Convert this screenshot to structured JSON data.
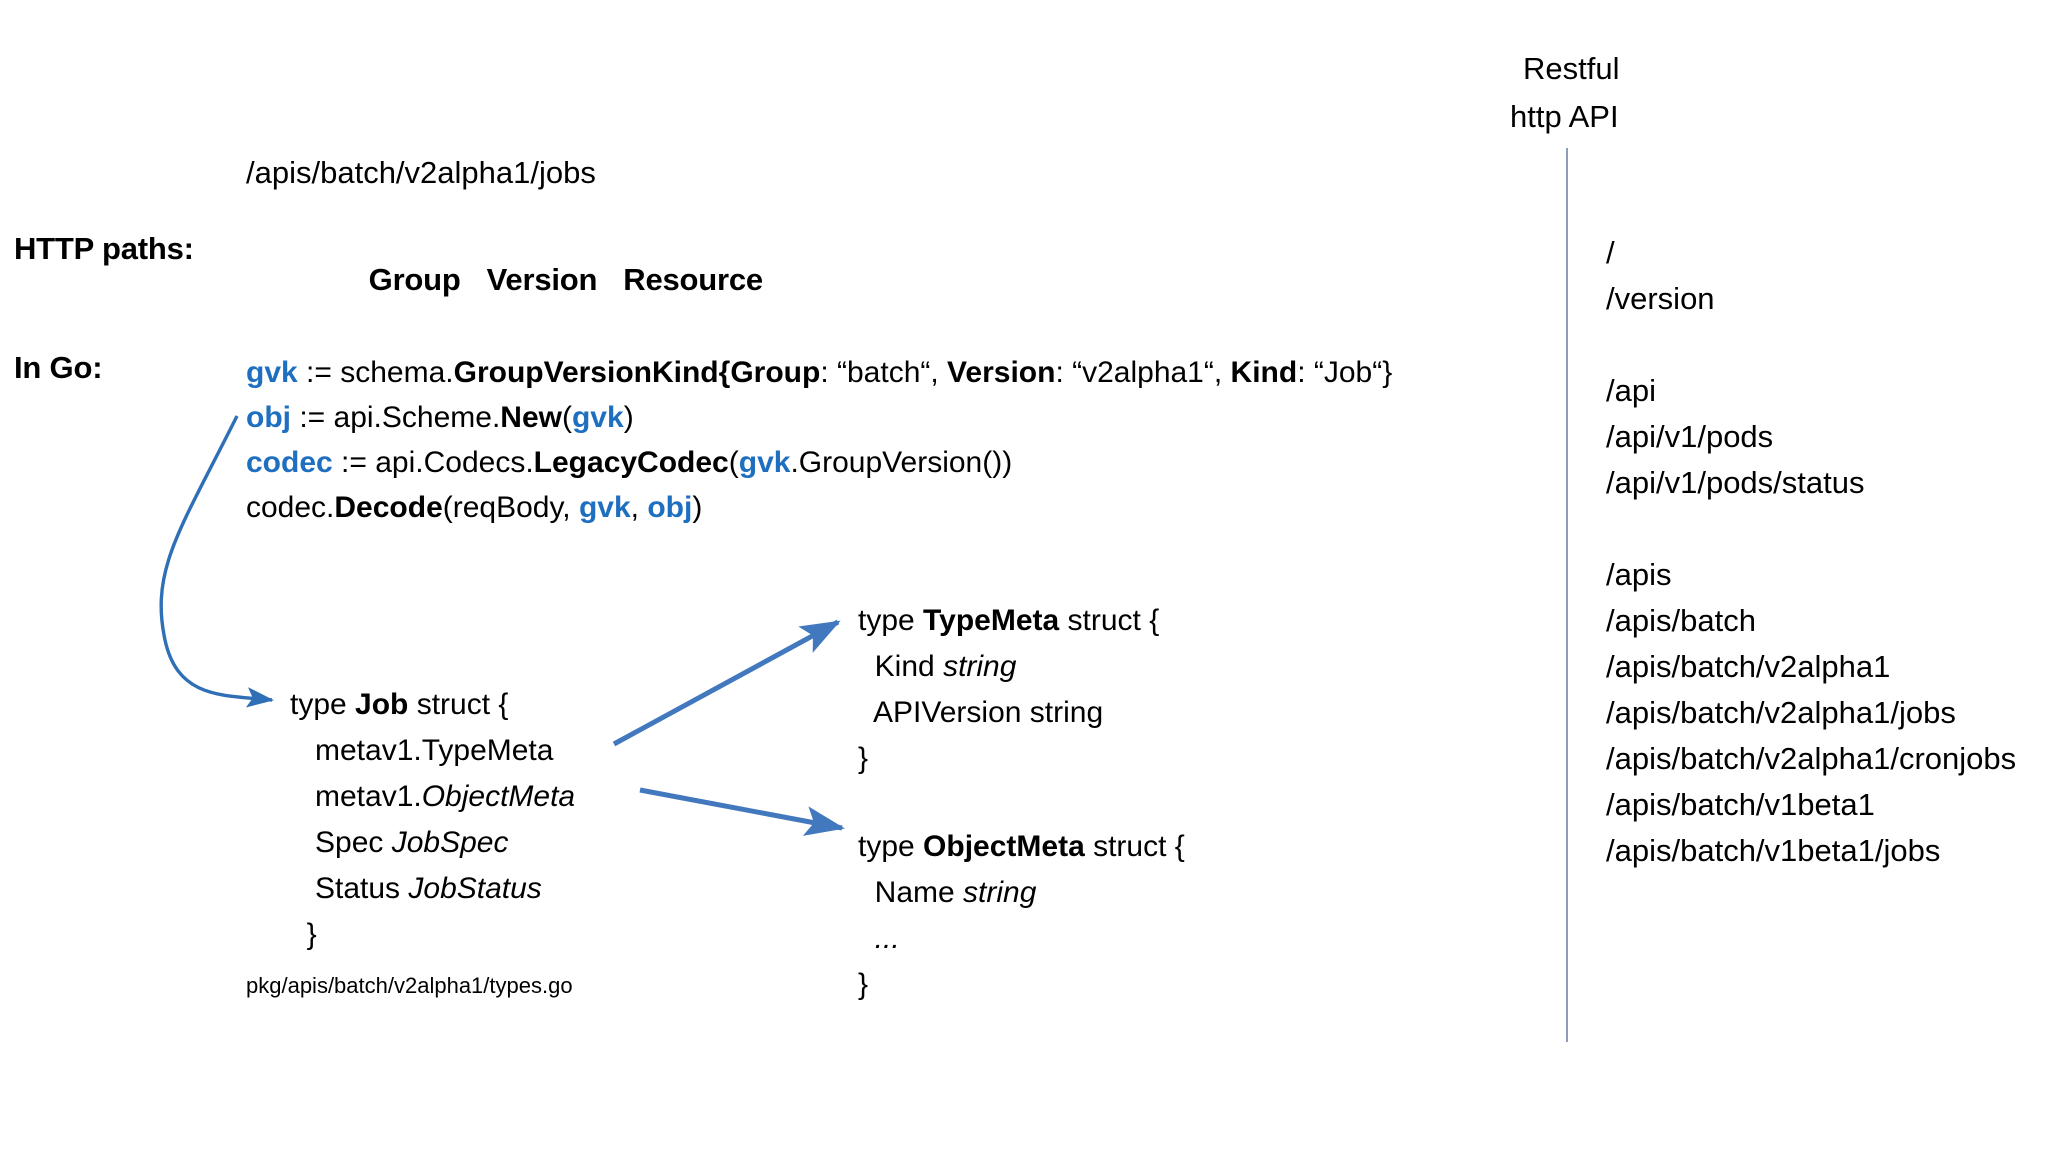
{
  "slide": {
    "title_hint": "Kubernetes API groups, versions and Go types",
    "accent_color": "#1F6FC0",
    "divider_color": "#8E9FB5",
    "background": "#ffffff"
  },
  "left": {
    "sample_url": "/apis/batch/v2alpha1/jobs",
    "http_paths_label": "HTTP paths:",
    "in_go_label": "In Go:",
    "path_parts": {
      "group": "Group",
      "version": "Version",
      "resource": "Resource"
    },
    "file_path": "pkg/apis/batch/v2alpha1/types.go"
  },
  "go_code": {
    "line1": {
      "var": "gvk",
      "assign": " := schema.",
      "func": "GroupVersionKind",
      "open": "{",
      "k_group": "Group",
      "v_group": ": “batch“, ",
      "k_version": "Version",
      "v_version": ": “v2alpha1“, ",
      "k_kind": "Kind",
      "v_kind": ": “Job“}"
    },
    "line2": {
      "var": "obj",
      "assign": " := api.Scheme.",
      "func": "New",
      "open": "(",
      "arg": "gvk",
      "close": ")"
    },
    "line3": {
      "var": "codec",
      "assign": " := api.Codecs.",
      "func": "LegacyCodec",
      "open": "(",
      "arg": "gvk",
      "tail": ".GroupVersion())"
    },
    "line4": {
      "recv": "codec.",
      "func": "Decode",
      "open": "(reqBody, ",
      "arg1": "gvk",
      "comma": ", ",
      "arg2": "obj",
      "close": ")"
    }
  },
  "structs": {
    "job": {
      "kw_type": "type ",
      "name": "Job",
      "kw_struct": " struct {",
      "fields": [
        {
          "plain": "   metav1.TypeMeta",
          "italic": ""
        },
        {
          "plain": "   metav1.",
          "italic": "ObjectMeta"
        },
        {
          "plain": "   Spec ",
          "italic": "JobSpec"
        },
        {
          "plain": "   Status ",
          "italic": "JobStatus"
        }
      ],
      "close": "  }"
    },
    "typemeta": {
      "kw_type": "type ",
      "name": "TypeMeta",
      "kw_struct": " struct {",
      "fields": [
        {
          "plain": "  Kind ",
          "italic": "string"
        },
        {
          "plain": "  APIVersion string",
          "italic": ""
        }
      ],
      "close": "}"
    },
    "objectmeta": {
      "kw_type": "type ",
      "name": "ObjectMeta",
      "kw_struct": " struct {",
      "fields": [
        {
          "plain": "  Name ",
          "italic": "string"
        },
        {
          "plain": "  ",
          "italic": "..."
        }
      ],
      "close": "}"
    }
  },
  "right": {
    "title_line1": "Restful",
    "title_line2": "http API",
    "paths": [
      "/",
      "/version",
      "",
      "/api",
      "/api/v1/pods",
      "/api/v1/pods/status",
      "",
      "/apis",
      "/apis/batch",
      "/apis/batch/v2alpha1",
      "/apis/batch/v2alpha1/jobs",
      "/apis/batch/v2alpha1/cronjobs",
      "/apis/batch/v1beta1",
      "/apis/batch/v1beta1/jobs"
    ]
  },
  "arrows": [
    {
      "name": "arrow-gvk-to-job",
      "from": "go code obj line",
      "to": "type Job struct"
    },
    {
      "name": "arrow-typemeta",
      "from": "metav1.TypeMeta field",
      "to": "type TypeMeta struct"
    },
    {
      "name": "arrow-objectmeta",
      "from": "metav1.ObjectMeta field",
      "to": "type ObjectMeta struct"
    }
  ]
}
